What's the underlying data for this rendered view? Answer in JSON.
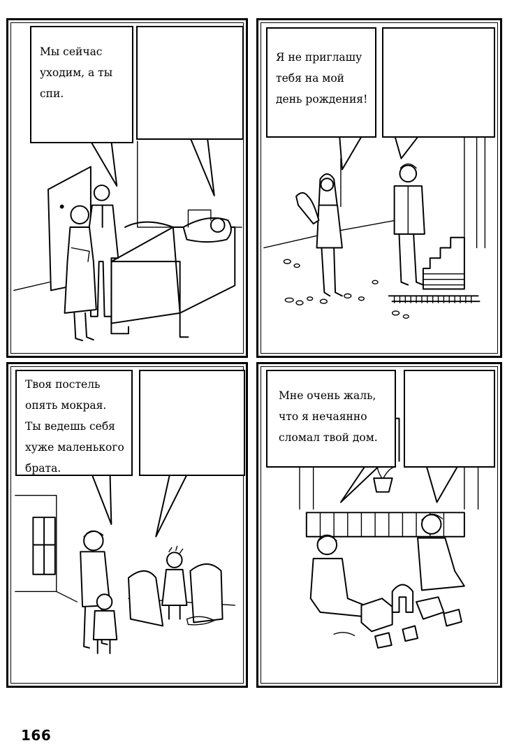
{
  "panels": [
    {
      "bubble_left_text": "Мы сейчас\nуходим, а ты\nспи.",
      "bubble_right_text": ""
    },
    {
      "bubble_left_text": "Я не приглашу\nтебя на мой\nдень рождения!",
      "bubble_right_text": ""
    },
    {
      "bubble_left_text": "Твоя постель\nопять мокрая.\nТы ведешь себя\nхуже маленького\nбрата.",
      "bubble_right_text": ""
    },
    {
      "bubble_left_text": "Мне очень жаль,\nчто я нечаянно\nсломал твой дом.",
      "bubble_right_text": ""
    }
  ],
  "page_number": "166"
}
